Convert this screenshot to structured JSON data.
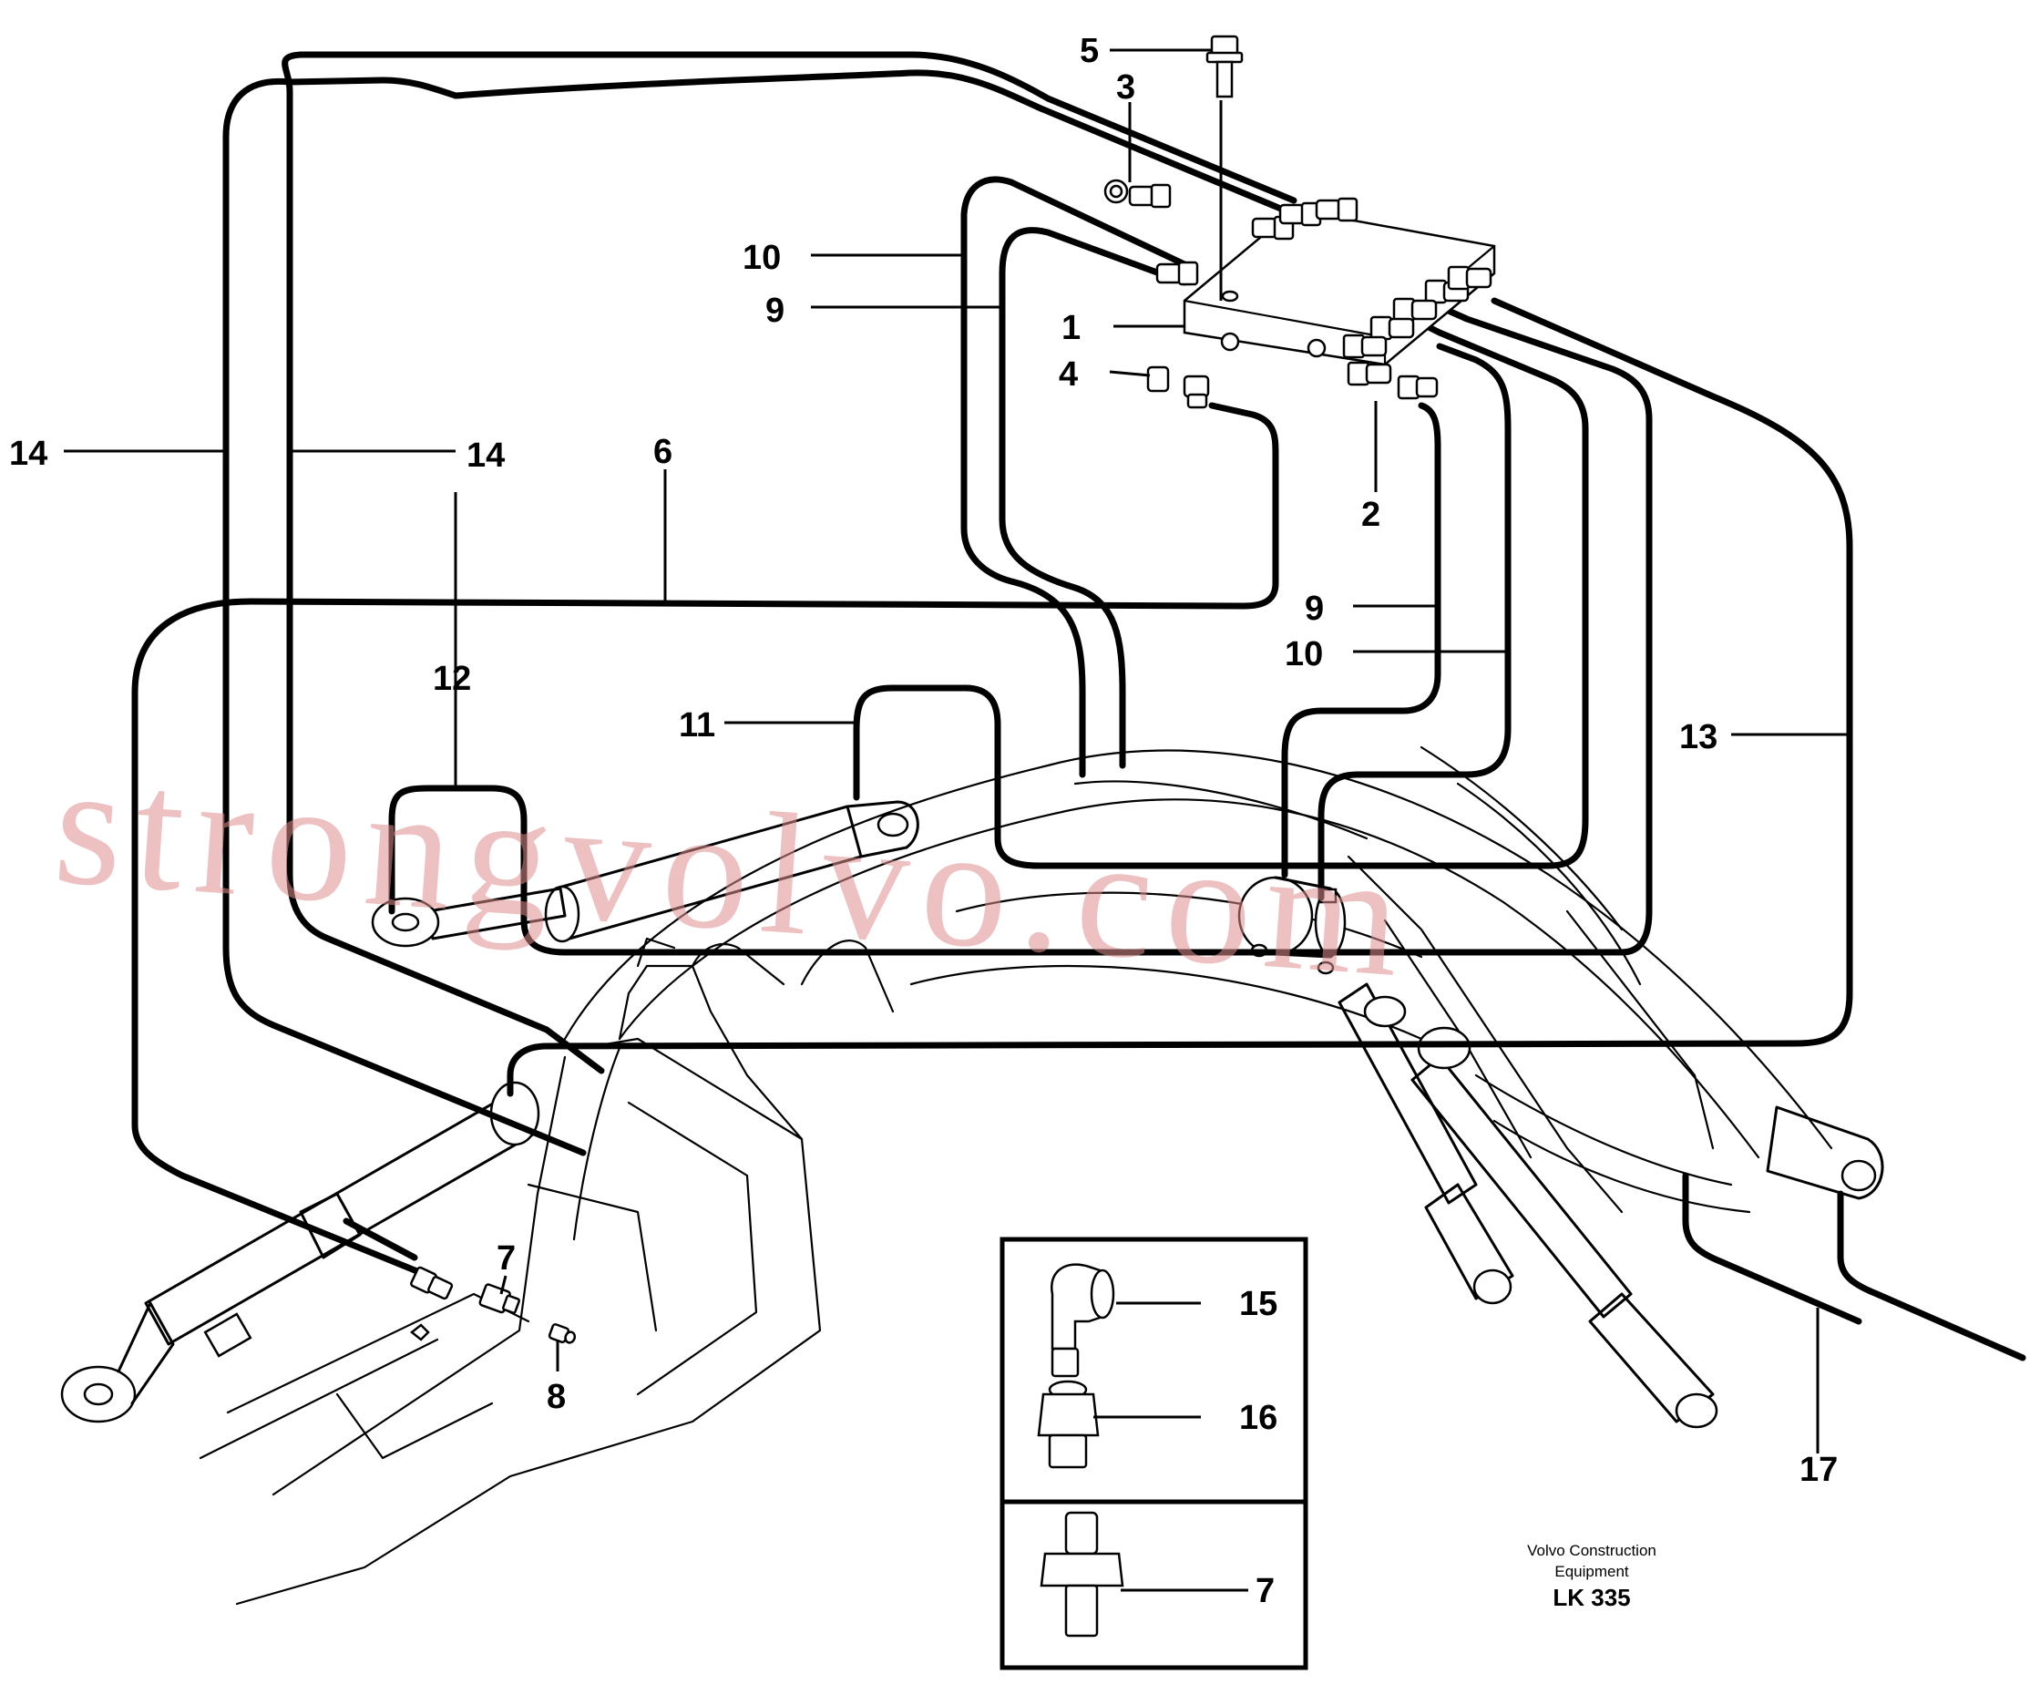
{
  "callouts": {
    "c1": "1",
    "c2": "2",
    "c3": "3",
    "c4": "4",
    "c5": "5",
    "c6": "6",
    "c7": "7",
    "c8": "8",
    "c9a": "9",
    "c9b": "9",
    "c10a": "10",
    "c10b": "10",
    "c11": "11",
    "c12": "12",
    "c13": "13",
    "c14a": "14",
    "c14b": "14",
    "c15": "15",
    "c16": "16",
    "c17": "17",
    "c7b": "7"
  },
  "caption": {
    "line1": "Volvo Construction",
    "line2": "Equipment",
    "code": "LK 335"
  },
  "watermark": "strongvolvo.com",
  "colors": {
    "watermark": "#e08f8f",
    "line": "#000000"
  }
}
